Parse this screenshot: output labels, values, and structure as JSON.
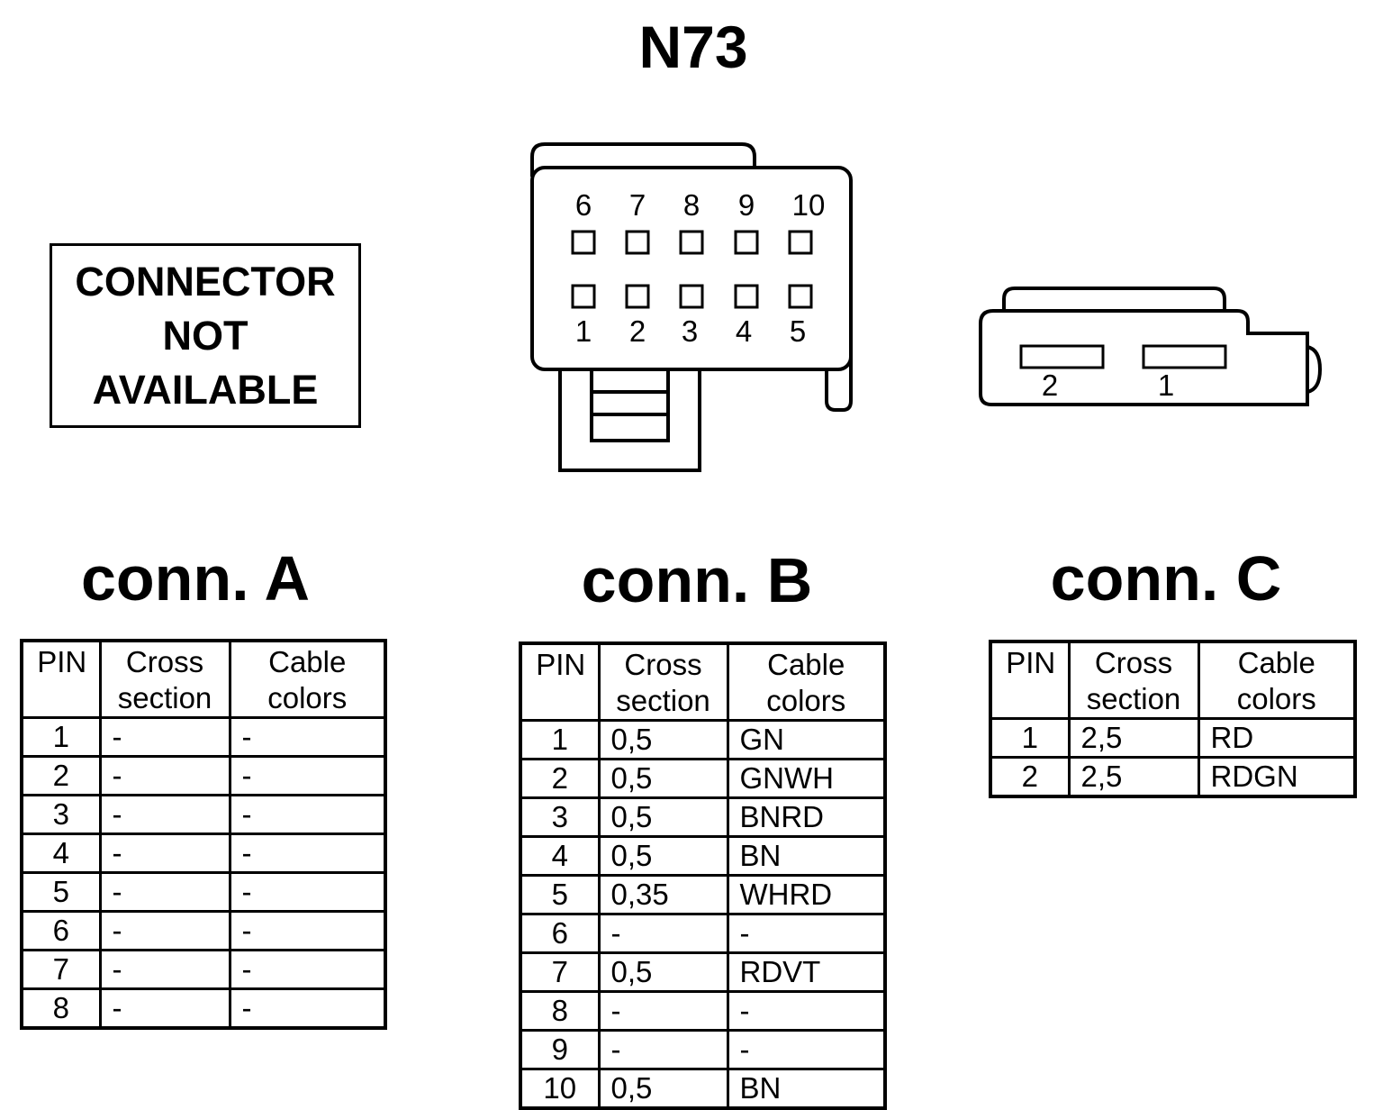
{
  "title": "N73",
  "connector_a_placeholder": [
    "CONNECTOR",
    "NOT",
    "AVAILABLE"
  ],
  "connector_b_drawing": {
    "top_pins": [
      "6",
      "7",
      "8",
      "9",
      "10"
    ],
    "bottom_pins": [
      "1",
      "2",
      "3",
      "4",
      "5"
    ]
  },
  "connector_c_drawing": {
    "pins": [
      "2",
      "1"
    ]
  },
  "headers": {
    "pin": "PIN",
    "cross_section": [
      "Cross",
      "section"
    ],
    "cable_colors": [
      "Cable",
      "colors"
    ]
  },
  "tables": [
    {
      "label": "conn. A",
      "rows": [
        {
          "pin": "1",
          "cross_section": "-",
          "color": "-"
        },
        {
          "pin": "2",
          "cross_section": "-",
          "color": "-"
        },
        {
          "pin": "3",
          "cross_section": "-",
          "color": "-"
        },
        {
          "pin": "4",
          "cross_section": "-",
          "color": "-"
        },
        {
          "pin": "5",
          "cross_section": "-",
          "color": "-"
        },
        {
          "pin": "6",
          "cross_section": "-",
          "color": "-"
        },
        {
          "pin": "7",
          "cross_section": "-",
          "color": "-"
        },
        {
          "pin": "8",
          "cross_section": "-",
          "color": "-"
        }
      ]
    },
    {
      "label": "conn. B",
      "rows": [
        {
          "pin": "1",
          "cross_section": "0,5",
          "color": "GN"
        },
        {
          "pin": "2",
          "cross_section": "0,5",
          "color": "GNWH"
        },
        {
          "pin": "3",
          "cross_section": "0,5",
          "color": "BNRD"
        },
        {
          "pin": "4",
          "cross_section": "0,5",
          "color": "BN"
        },
        {
          "pin": "5",
          "cross_section": "0,35",
          "color": "WHRD"
        },
        {
          "pin": "6",
          "cross_section": "-",
          "color": "-"
        },
        {
          "pin": "7",
          "cross_section": "0,5",
          "color": "RDVT"
        },
        {
          "pin": "8",
          "cross_section": "-",
          "color": "-"
        },
        {
          "pin": "9",
          "cross_section": "-",
          "color": "-"
        },
        {
          "pin": "10",
          "cross_section": "0,5",
          "color": "BN"
        }
      ]
    },
    {
      "label": "conn. C",
      "rows": [
        {
          "pin": "1",
          "cross_section": "2,5",
          "color": "RD"
        },
        {
          "pin": "2",
          "cross_section": "2,5",
          "color": "RDGN"
        }
      ]
    }
  ]
}
